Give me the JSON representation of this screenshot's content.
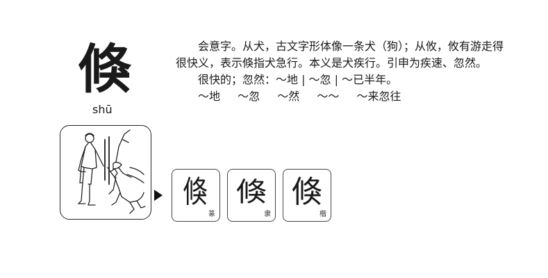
{
  "entry": {
    "character": "倏",
    "pinyin": "shū"
  },
  "explanation": {
    "lines": [
      "会意字。从犬，古文字形体像一条犬（狗）；从攸，攸有游走得很快义，表示倏指犬急行。本义是犬疾行。引申为疾速、忽然。",
      "很快的；忽然：～地 | ～忽 | ～已半年。"
    ],
    "phrases": [
      "～地",
      "～忽",
      "～然",
      "～～",
      "～来忽往"
    ]
  },
  "scripts": [
    {
      "glyph": "倏",
      "label": "篆"
    },
    {
      "glyph": "倏",
      "label": "隶"
    },
    {
      "glyph": "倏",
      "label": "楷"
    }
  ]
}
